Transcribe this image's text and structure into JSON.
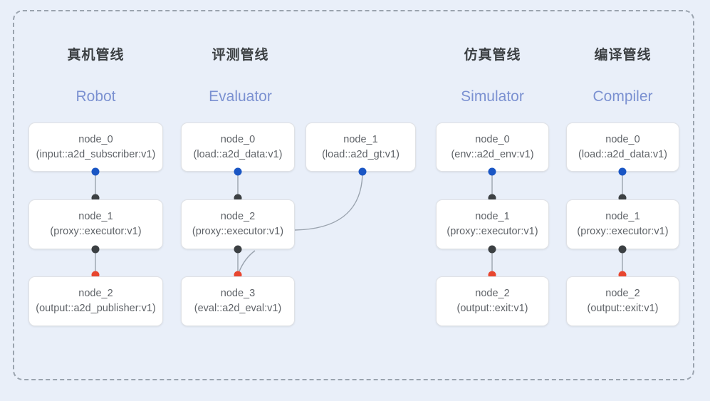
{
  "frame": {
    "border_style": "dashed",
    "border_color": "#9aa3ae",
    "background_color": "#e9eff9"
  },
  "palette": {
    "port_blue": "#1a56c4",
    "port_black": "#3c4043",
    "port_red": "#e8462f",
    "card_background": "#ffffff",
    "card_border": "#dfe1e5",
    "title_cn_color": "#3c4043",
    "title_en_color": "#7b91d1",
    "edge_color": "#9aa3ae"
  },
  "columns": [
    {
      "key": "robot",
      "title_cn": "真机管线",
      "title_en": "Robot",
      "nodes": [
        {
          "id": "node_0",
          "type": "(input::a2d_subscriber:v1)"
        },
        {
          "id": "node_1",
          "type": "(proxy::executor:v1)"
        },
        {
          "id": "node_2",
          "type": "(output::a2d_publisher:v1)"
        }
      ]
    },
    {
      "key": "evaluator",
      "title_cn": "评测管线",
      "title_en": "Evaluator",
      "nodes": [
        {
          "id": "node_0",
          "type": "(load::a2d_data:v1)"
        },
        {
          "id": "node_2",
          "type": "(proxy::executor:v1)"
        },
        {
          "id": "node_3",
          "type": "(eval::a2d_eval:v1)"
        }
      ],
      "side_nodes": [
        {
          "id": "node_1",
          "type": "(load::a2d_gt:v1)"
        }
      ]
    },
    {
      "key": "simulator",
      "title_cn": "仿真管线",
      "title_en": "Simulator",
      "nodes": [
        {
          "id": "node_0",
          "type": "(env::a2d_env:v1)"
        },
        {
          "id": "node_1",
          "type": "(proxy::executor:v1)"
        },
        {
          "id": "node_2",
          "type": "(output::exit:v1)"
        }
      ]
    },
    {
      "key": "compiler",
      "title_cn": "编译管线",
      "title_en": "Compiler",
      "nodes": [
        {
          "id": "node_0",
          "type": "(load::a2d_data:v1)"
        },
        {
          "id": "node_1",
          "type": "(proxy::executor:v1)"
        },
        {
          "id": "node_2",
          "type": "(output::exit:v1)"
        }
      ]
    }
  ]
}
